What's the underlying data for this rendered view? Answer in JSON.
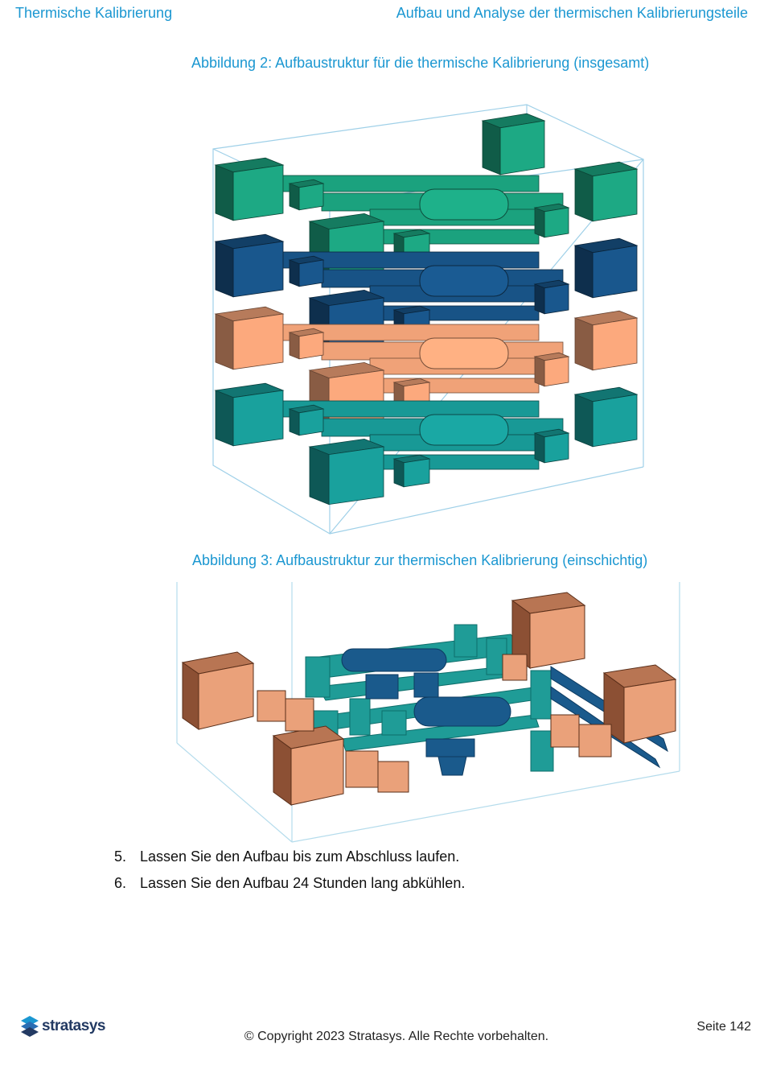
{
  "header": {
    "left": "Thermische Kalibrierung",
    "right": "Aufbau und Analyse der thermischen Kalibrierungsteile"
  },
  "figures": {
    "fig2_caption": "Abbildung 2: Aufbaustruktur für die thermische Kalibrierung (insgesamt)",
    "fig3_caption": "Abbildung 3: Aufbaustruktur zur thermischen Kalibrierung (einschichtig)"
  },
  "steps": [
    {
      "num": "5.",
      "text": "Lassen Sie den Aufbau bis zum Abschluss laufen."
    },
    {
      "num": "6.",
      "text": "Lassen Sie den Aufbau 24 Stunden lang abkühlen."
    }
  ],
  "footer": {
    "logo": "stratasys",
    "copyright": "© Copyright 2023 Stratasys. Alle Rechte vorbehalten.",
    "page": "Seite 142"
  },
  "colors": {
    "accent": "#1b97d1",
    "layer_green": "#1a9a78",
    "layer_navy": "#174f80",
    "layer_peach": "#e59a72",
    "layer_teal": "#17928f"
  }
}
